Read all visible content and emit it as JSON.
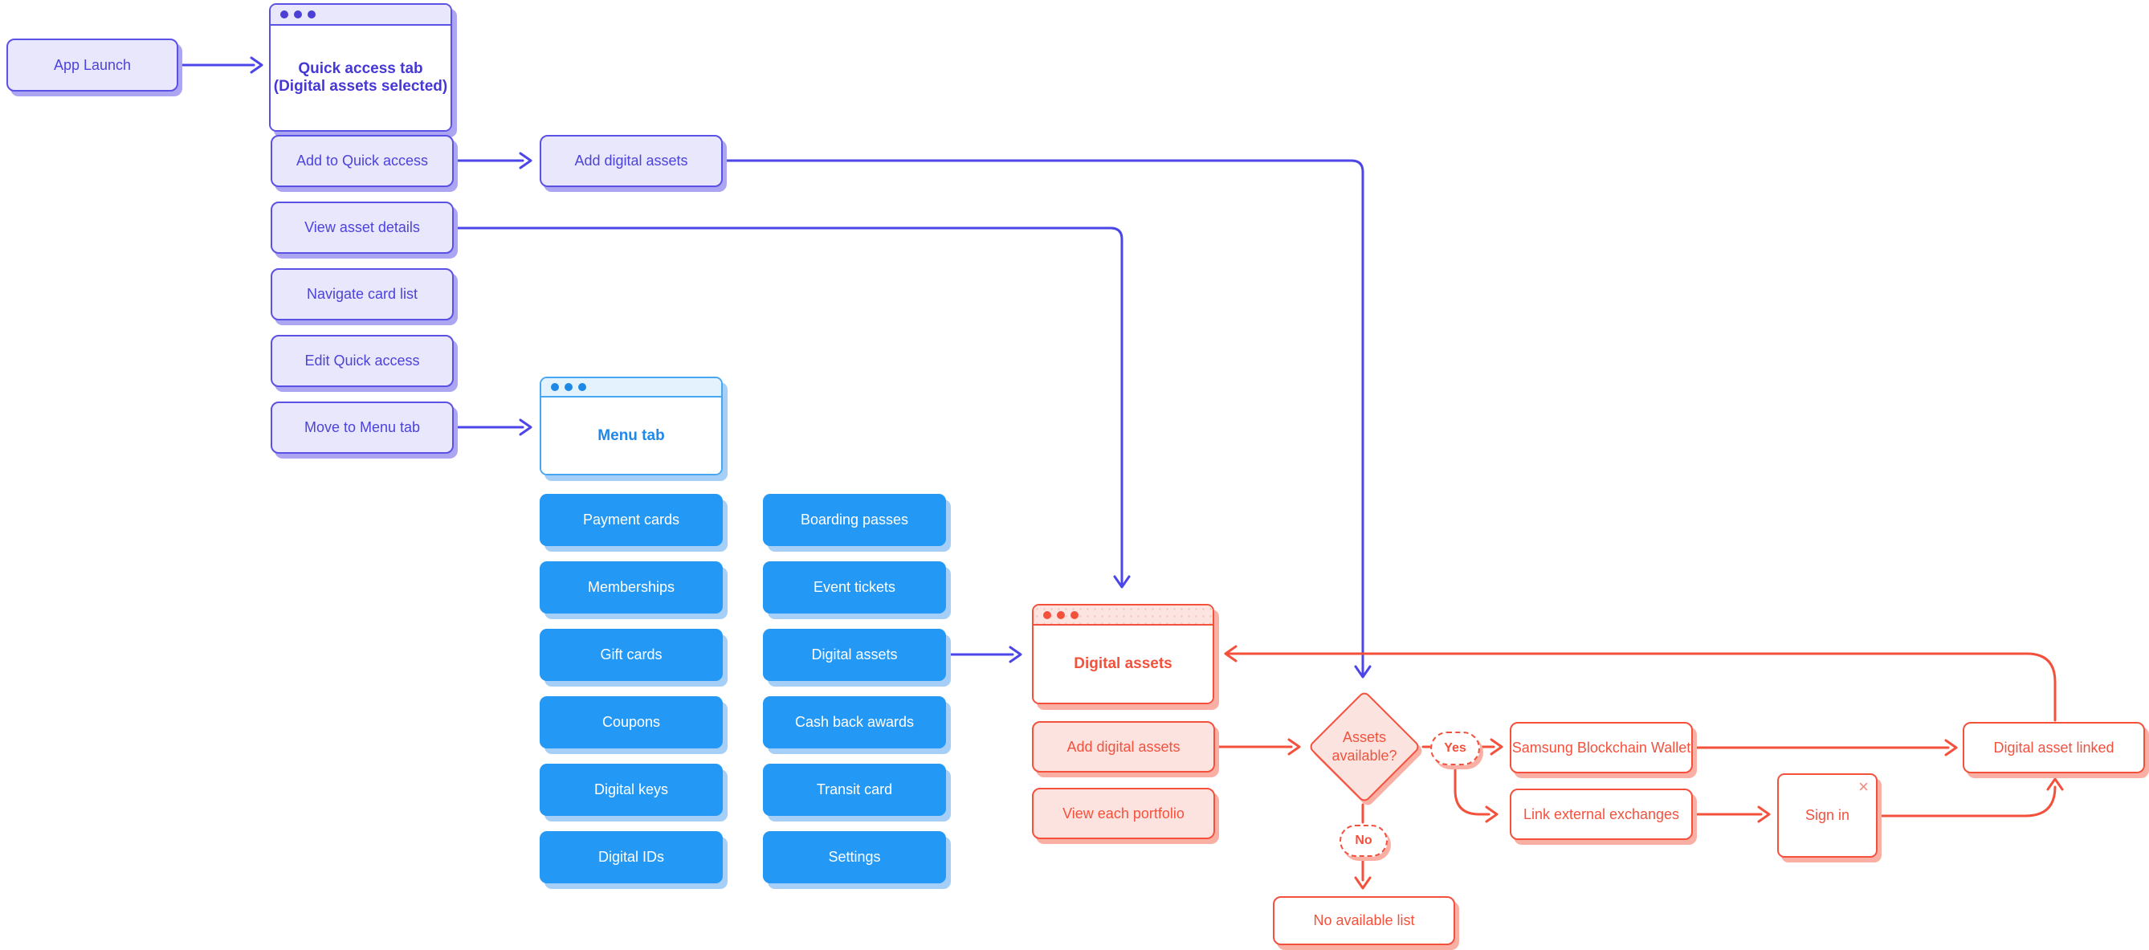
{
  "palette": {
    "purple_border": "#5B51E5",
    "purple_fill": "#E9E7FB",
    "purple_text": "#4C43DA",
    "purple_shadow": "#ACA6F2",
    "purple_arrow": "#4C46E8",
    "blue_fill": "#2498F5",
    "blue_shadow": "#A6CFF8",
    "blue_border": "#47A7F3",
    "blue_text": "#1F88E8",
    "red": "#F4513D",
    "red_fill_pink": "#FCE3DF",
    "red_shadow": "#FAAFA5",
    "white": "#FFFFFF"
  },
  "flow": {
    "launch": {
      "label": "App Launch"
    },
    "quick_access_window": {
      "line1": "Quick access tab",
      "line2": "(Digital assets selected)"
    },
    "purple_actions": [
      {
        "label": "Add to Quick access"
      },
      {
        "label": "View asset details"
      },
      {
        "label": "Navigate card list"
      },
      {
        "label": "Edit Quick access"
      },
      {
        "label": "Move to Menu tab"
      }
    ],
    "add_digital_assets_action": {
      "label": "Add digital assets"
    },
    "menu_window": {
      "title": "Menu tab"
    },
    "menu_items_col1": [
      "Payment cards",
      "Memberships",
      "Gift cards",
      "Coupons",
      "Digital keys",
      "Digital IDs"
    ],
    "menu_items_col2": [
      "Boarding passes",
      "Event tickets",
      "Digital assets",
      "Cash back awards",
      "Transit card",
      "Settings"
    ],
    "assets_window": {
      "title": "Digital assets"
    },
    "asset_actions": [
      {
        "label": "Add digital assets"
      },
      {
        "label": "View each portfolio"
      }
    ],
    "decision": {
      "label": "Assets available?"
    },
    "yes_pill": {
      "label": "Yes"
    },
    "no_pill": {
      "label": "No"
    },
    "wallet": {
      "label": "Samsung Blockchain Wallet"
    },
    "link_exchanges": {
      "label": "Link external exchanges"
    },
    "sign_in": {
      "label": "Sign in",
      "close_icon": "×"
    },
    "linked": {
      "label": "Digital asset linked"
    },
    "no_list": {
      "label": "No available list"
    }
  }
}
